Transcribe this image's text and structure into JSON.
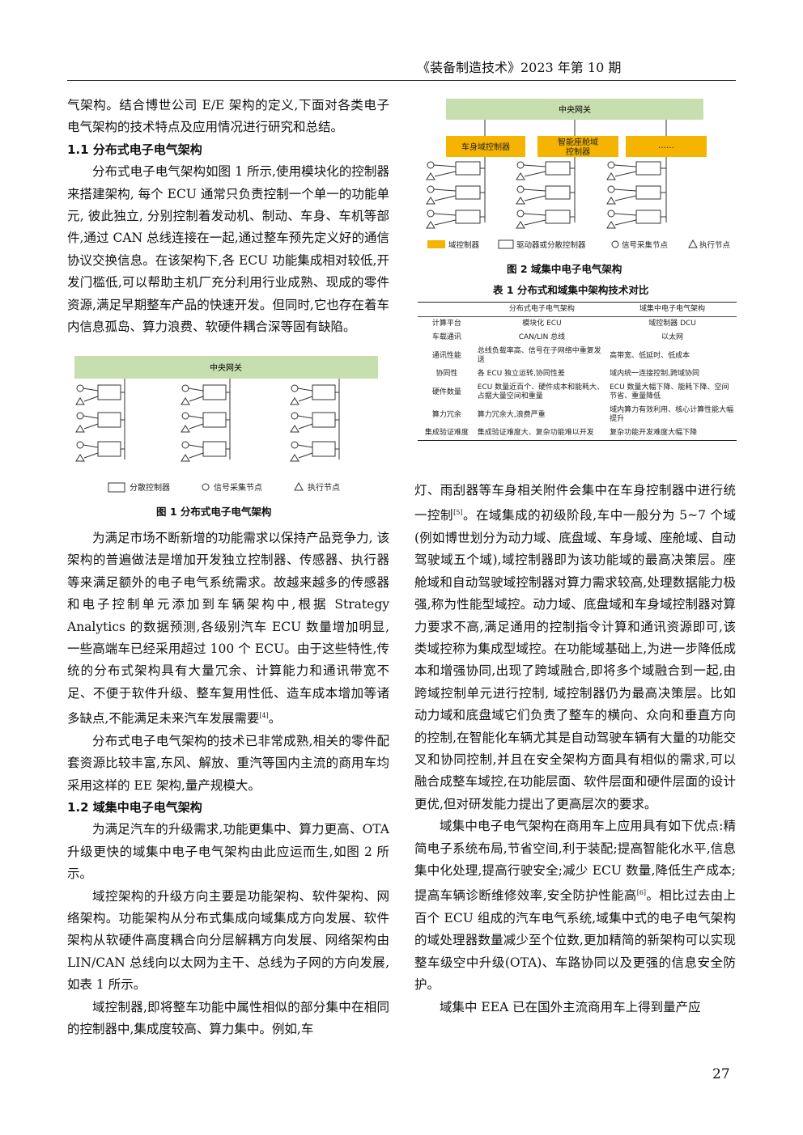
{
  "header": {
    "journal": "《装备制造技术》2023 年第 10 期"
  },
  "left_column": {
    "p1": "气架构。结合博世公司 E/E 架构的定义,下面对各类电子电气架构的技术特点及应用情况进行研究和总结。",
    "h1": "1.1  分布式电子电气架构",
    "p2": "分布式电子电气架构如图 1 所示,使用模块化的控制器来搭建架构, 每个 ECU 通常只负责控制一个单一的功能单元, 彼此独立, 分别控制着发动机、制动、车身、车机等部件,通过 CAN 总线连接在一起,通过整车预先定义好的通信协议交换信息。在该架构下,各 ECU 功能集成相对较低,开发门槛低,可以帮助主机厂充分利用行业成熟、现成的零件资源,满足早期整车产品的快速开发。但同时,它也存在着车内信息孤岛、算力浪费、软硬件耦合深等固有缺陷。",
    "p3a": "为满足市场不断新增的功能需求以保持产品竞争力, 该架构的普遍做法是增加开发独立控制器、传感器、执行器等来满足额外的电子电气系统需求。故越来越多的传感器和电子控制单元添加到车辆架构中,根据 Strategy Analytics 的数据预测,各级别汽车 ECU 数量增加明显, 一些高端车已经采用超过 100 个 ECU。由于这些特性,传统的分布式架构具有大量冗余、计算能力和通讯带宽不足、不便于软件升级、整车复用性低、造车成本增加等诸多缺点,不能满足未来汽车发展需要",
    "p3ref": "[4]",
    "p3b": "。",
    "p4": "分布式电子电气架构的技术已非常成熟,相关的零件配套资源比较丰富,东风、解放、重汽等国内主流的商用车均采用这样的 EE 架构,量产规模大。",
    "h2": "1.2  域集中电子电气架构",
    "p5": "为满足汽车的升级需求,功能更集中、算力更高、OTA 升级更快的域集中电子电气架构由此应运而生,如图 2 所示。",
    "p6": "域控架构的升级方向主要是功能架构、软件架构、网络架构。功能架构从分布式集成向域集成方向发展、软件架构从软硬件高度耦合向分层解耦方向发展、网络架构由 LIN/CAN 总线向以太网为主干、总线为子网的方向发展,如表 1 所示。",
    "p7": "域控制器,即将整车功能中属性相似的部分集中在相同的控制器中,集成度较高、算力集中。例如,车"
  },
  "fig1": {
    "gateway": "中央网关",
    "legend_ecu": "分散控制器",
    "legend_sensor": "信号采集节点",
    "legend_actuator": "执行节点",
    "caption": "图 1  分布式电子电气架构"
  },
  "fig2": {
    "gateway": "中央网关",
    "domain1": "车身域控制器",
    "domain2a": "智能座舱域",
    "domain2b": "控制器",
    "domain3": "……",
    "legend_domain": "域控制器",
    "legend_ecu": "驱动器或分散控制器",
    "legend_sensor": "信号采集节点",
    "legend_actuator": "执行节点",
    "caption": "图 2  域集中电子电气架构"
  },
  "table1": {
    "caption": "表 1  分布式和域集中架构技术对比",
    "headers": [
      "",
      "分布式电子电气架构",
      "域集中电子电气架构"
    ],
    "rows": [
      [
        "计算平台",
        "模块化 ECU",
        "域控制器 DCU"
      ],
      [
        "车载通讯",
        "CAN/LIN 总线",
        "以太网"
      ],
      [
        "通讯性能",
        "总线负载率高、信号在子网络中重复发送",
        "高带宽、低延时、低成本"
      ],
      [
        "协同性",
        "各 ECU 独立运转,协同性差",
        "域内统一连接控制,跨域协同"
      ],
      [
        "硬件数量",
        "ECU 数量近百个、硬件成本和能耗大、占据大量空间和重量",
        "ECU 数量大幅下降、能耗下降、空间节省、重量降低"
      ],
      [
        "算力冗余",
        "算力冗余大,浪费严重",
        "域内算力有效利用、核心计算性能大幅提升"
      ],
      [
        "集成验证难度",
        "集成验证难度大、复杂功能难以开发",
        "复杂功能开发难度大幅下降"
      ]
    ]
  },
  "right_column": {
    "p1a": "灯、雨刮器等车身相关附件会集中在车身控制器中进行统一控制",
    "p1ref": "[5]",
    "p1b": "。在域集成的初级阶段,车中一般分为 5~7 个域(例如博世划分为动力域、底盘域、车身域、座舱域、自动驾驶域五个域),域控制器即为该功能域的最高决策层。座舱域和自动驾驶域控制器对算力需求较高,处理数据能力极强,称为性能型域控。动力域、底盘域和车身域控制器对算力要求不高,满足通用的控制指令计算和通讯资源即可,该类域控称为集成型域控。在功能域基础上,为进一步降低成本和增强协同,出现了跨域融合,即将多个域融合到一起,由跨域控制单元进行控制, 域控制器仍为最高决策层。比如动力域和底盘域它们负责了整车的横向、众向和垂直方向的控制,在智能化车辆尤其是自动驾驶车辆有大量的功能交叉和协同控制,并且在安全架构方面具有相似的需求,可以融合成整车域控,在功能层面、软件层面和硬件层面的设计更优,但对研发能力提出了更高层次的要求。",
    "p2a": "域集中电子电气架构在商用车上应用具有如下优点:精简电子系统布局,节省空间,利于装配;提高智能化水平,信息集中化处理,提高行驶安全;减少 ECU 数量,降低生产成本;提高车辆诊断维修效率,安全防护性能高",
    "p2ref": "[6]",
    "p2b": "。相比过去由上百个 ECU 组成的汽车电气系统,域集中式的电子电气架构的域处理器数量减少至个位数,更加精简的新架构可以实现整车级空中升级(OTA)、车路协同以及更强的信息安全防护。",
    "p3": "域集中 EEA 已在国外主流商用车上得到量产应"
  },
  "page_number": "27",
  "colors": {
    "gateway_fill": "#c7dfae",
    "domain_fill": "#f5b400"
  }
}
